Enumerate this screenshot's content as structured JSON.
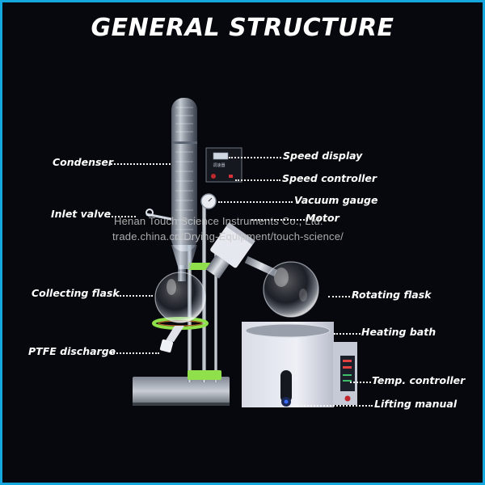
{
  "title": "GENERAL STRUCTURE",
  "labels": {
    "condenser": "Condenser",
    "inlet_valve": "Inlet valve",
    "collecting_flask": "Collecting flask",
    "ptfe_discharge": "PTFE discharge",
    "speed_display": "Speed display",
    "speed_controller": "Speed controller",
    "vacuum_gauge": "Vacuum gauge",
    "motor": "Motor",
    "rotating_flask": "Rotating flask",
    "heating_bath": "Heating bath",
    "temp_controller": "Temp. controller",
    "lifting_manual": "Lifting manual"
  },
  "controller_box_text": "调速器",
  "watermark": {
    "line1": "Henan Touch Science Instruments Co., Ltd.",
    "line2": "trade.china.cn/Drying-Equipment/touch-science/"
  },
  "colors": {
    "border": "#14a9de",
    "background": "#07080d",
    "accent_green": "#8fe04a"
  }
}
